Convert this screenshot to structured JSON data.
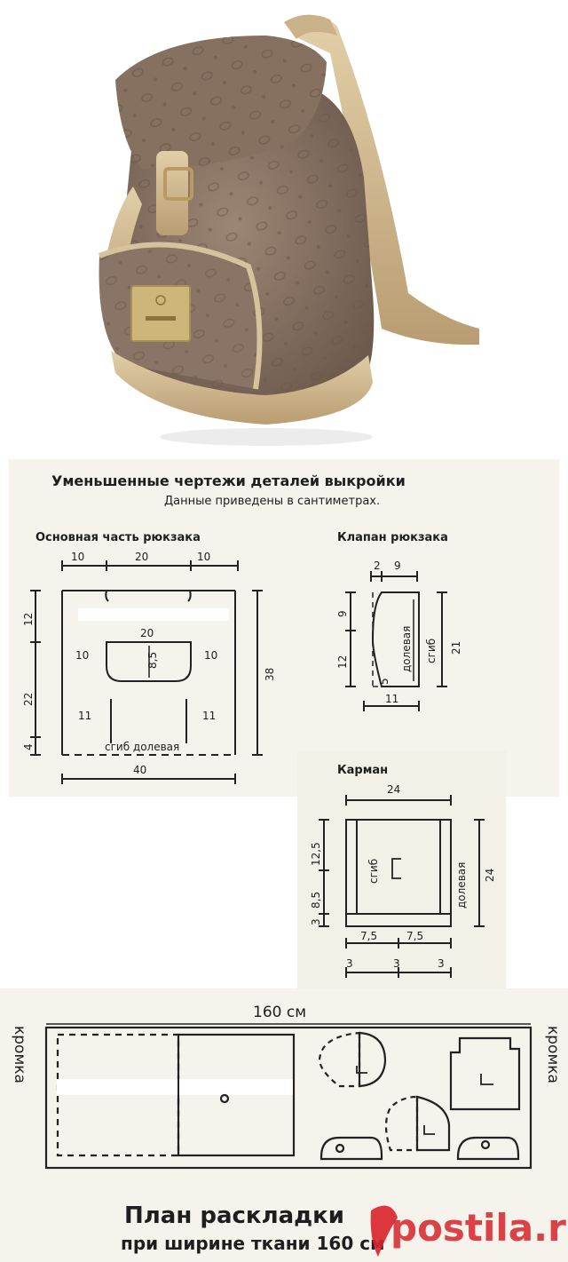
{
  "header": {
    "title": "Уменьшенные чертежи   деталей выкройки",
    "subtitle": "Данные приведены в сантиметрах."
  },
  "main_part": {
    "title": "Основная часть рюкзака",
    "top_10a": "10",
    "top_20": "20",
    "top_10b": "10",
    "left_12": "12",
    "left_22": "22",
    "left_4": "4",
    "pocket_20": "20",
    "pocket_85": "8,5",
    "side_10a": "10",
    "side_10b": "10",
    "side_11a": "11",
    "side_11b": "11",
    "fold": "сгиб  долевая",
    "bottom_40": "40",
    "right_38": "38"
  },
  "flap": {
    "title": "Клапан рюкзака",
    "top_2": "2",
    "top_9": "9",
    "left_9": "9",
    "left_12": "12",
    "grain": "долевая",
    "fold": "сгиб",
    "r5": "5",
    "right_21": "21",
    "bottom_11": "11"
  },
  "pocket": {
    "title": "Карман",
    "top_24": "24",
    "left_125": "12,5",
    "left_85": "8,5",
    "left_3": "3",
    "fold": "сгиб",
    "grain": "долевая",
    "right_24": "24",
    "b_75a": "7,5",
    "b_75b": "7,5",
    "b_3a": "3",
    "b_3b": "3",
    "b_3c": "3"
  },
  "layout": {
    "width_label": "160 см",
    "selvage_left": "кромка",
    "selvage_right": "кромка",
    "plan_title": "План раскладки",
    "plan_subtitle": "при ширине ткани 160 см"
  },
  "watermark": "postila.ru",
  "colors": {
    "bag_body": "#8c7566",
    "bag_trim": "#d3bd95",
    "plate": "#cdb67a",
    "ink": "#1e1e1e"
  }
}
